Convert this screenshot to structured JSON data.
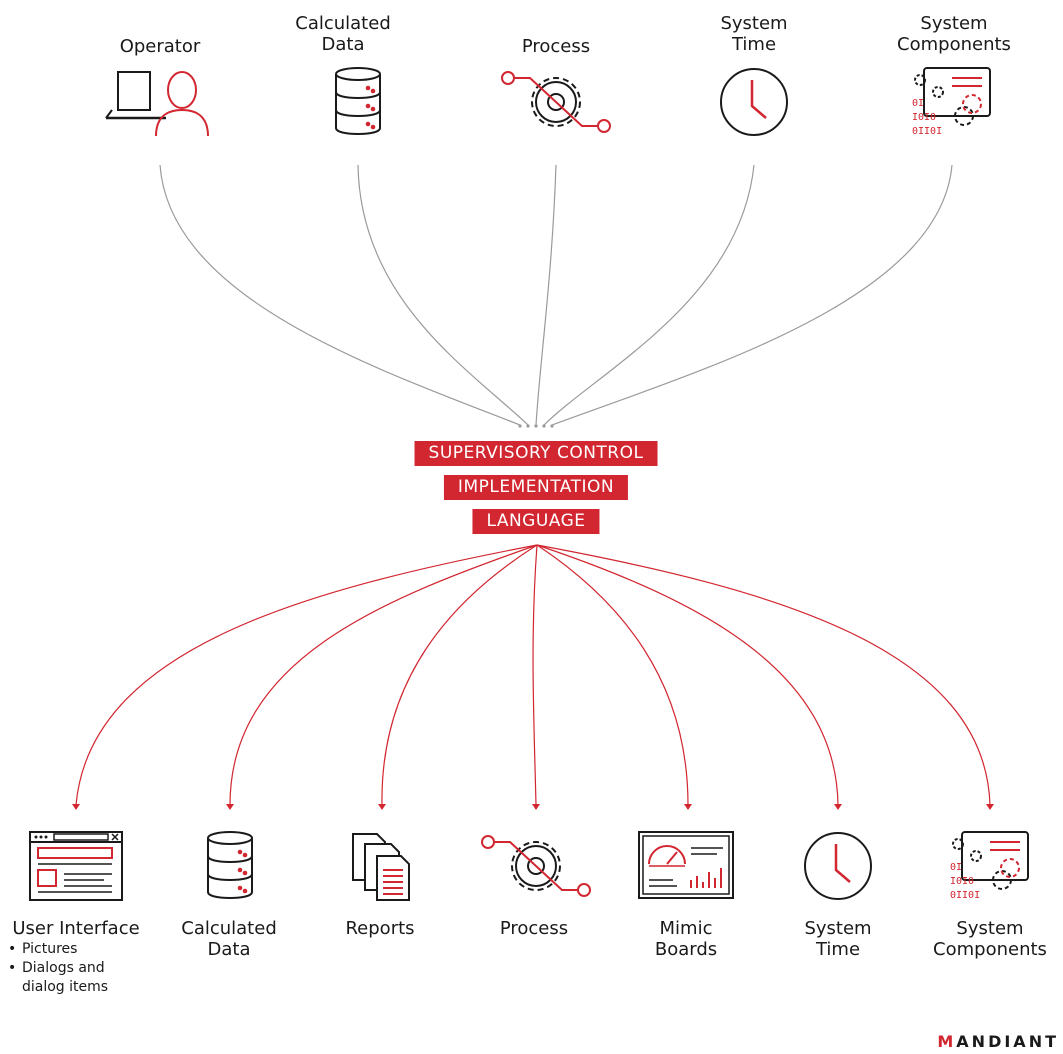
{
  "inputs": [
    {
      "label": "Operator",
      "icon": "operator-icon"
    },
    {
      "label": "Calculated\nData",
      "icon": "database-icon"
    },
    {
      "label": "Process",
      "icon": "process-gear-icon"
    },
    {
      "label": "System\nTime",
      "icon": "clock-icon"
    },
    {
      "label": "System\nComponents",
      "icon": "system-components-icon"
    }
  ],
  "center": {
    "line1": "SUPERVISORY CONTROL",
    "line2": "IMPLEMENTATION",
    "line3": "LANGUAGE"
  },
  "outputs": [
    {
      "label": "User Interface",
      "icon": "user-interface-window-icon"
    },
    {
      "label": "Calculated\nData",
      "icon": "database-icon"
    },
    {
      "label": "Reports",
      "icon": "reports-icon"
    },
    {
      "label": "Process",
      "icon": "process-gear-icon"
    },
    {
      "label": "Mimic\nBoards",
      "icon": "mimic-board-icon"
    },
    {
      "label": "System\nTime",
      "icon": "clock-icon"
    },
    {
      "label": "System\nComponents",
      "icon": "system-components-icon"
    }
  ],
  "user_interface_bullets": [
    "Pictures",
    "Dialogs and",
    "dialog items"
  ],
  "brand": {
    "name": "MANDIANT",
    "accent": "#d22630"
  },
  "colors": {
    "accent": "#d22630",
    "input_line": "#9a9a9a",
    "text": "#1a1a1a"
  }
}
